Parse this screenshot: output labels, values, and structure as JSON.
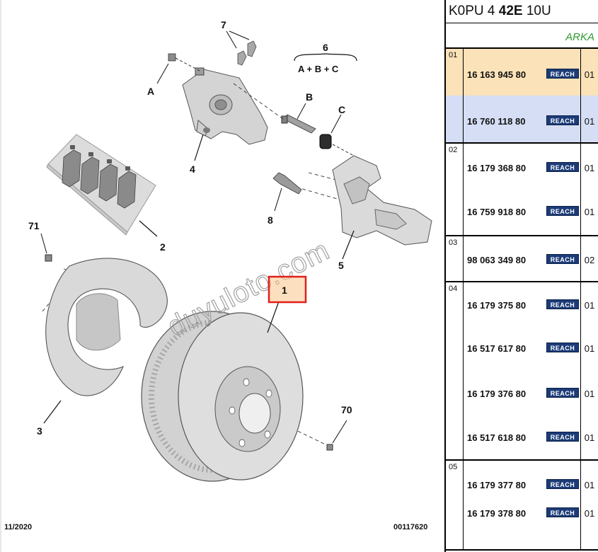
{
  "diagram": {
    "callouts": {
      "c7": "7",
      "c6": "6",
      "c6_formula": "A + B + C",
      "cA": "A",
      "cB": "B",
      "cC": "C",
      "c4": "4",
      "c2": "2",
      "c8": "8",
      "c71": "71",
      "c5": "5",
      "c1": "1",
      "c3": "3",
      "c70": "70"
    },
    "watermark": "duyuloto.com",
    "footer_left": "11/2020",
    "footer_right": "00117620",
    "highlight_color": "#e0201c"
  },
  "panel": {
    "header_part1": "K0PU 4 ",
    "header_part2": "42E",
    "header_part3": " 10U",
    "side_label": "ARKA",
    "reach_label": "REACH",
    "groups": [
      {
        "num": "01",
        "parts": [
          {
            "pn": "16 163 945 80",
            "qty": "01"
          },
          {
            "pn": "16 760 118 80",
            "qty": "01"
          }
        ]
      },
      {
        "num": "02",
        "parts": [
          {
            "pn": "16 179 368 80",
            "qty": "01"
          },
          {
            "pn": "16 759 918 80",
            "qty": "01"
          }
        ]
      },
      {
        "num": "03",
        "parts": [
          {
            "pn": "98 063 349 80",
            "qty": "02"
          }
        ]
      },
      {
        "num": "04",
        "parts": [
          {
            "pn": "16 179 375 80",
            "qty": "01"
          },
          {
            "pn": "16 517 617 80",
            "qty": "01"
          },
          {
            "pn": "16 179 376 80",
            "qty": "01"
          },
          {
            "pn": "16 517 618 80",
            "qty": "01"
          }
        ]
      },
      {
        "num": "05",
        "parts": [
          {
            "pn": "16 179 377 80",
            "qty": "01"
          },
          {
            "pn": "16 179 378 80",
            "qty": "01"
          }
        ]
      }
    ]
  }
}
